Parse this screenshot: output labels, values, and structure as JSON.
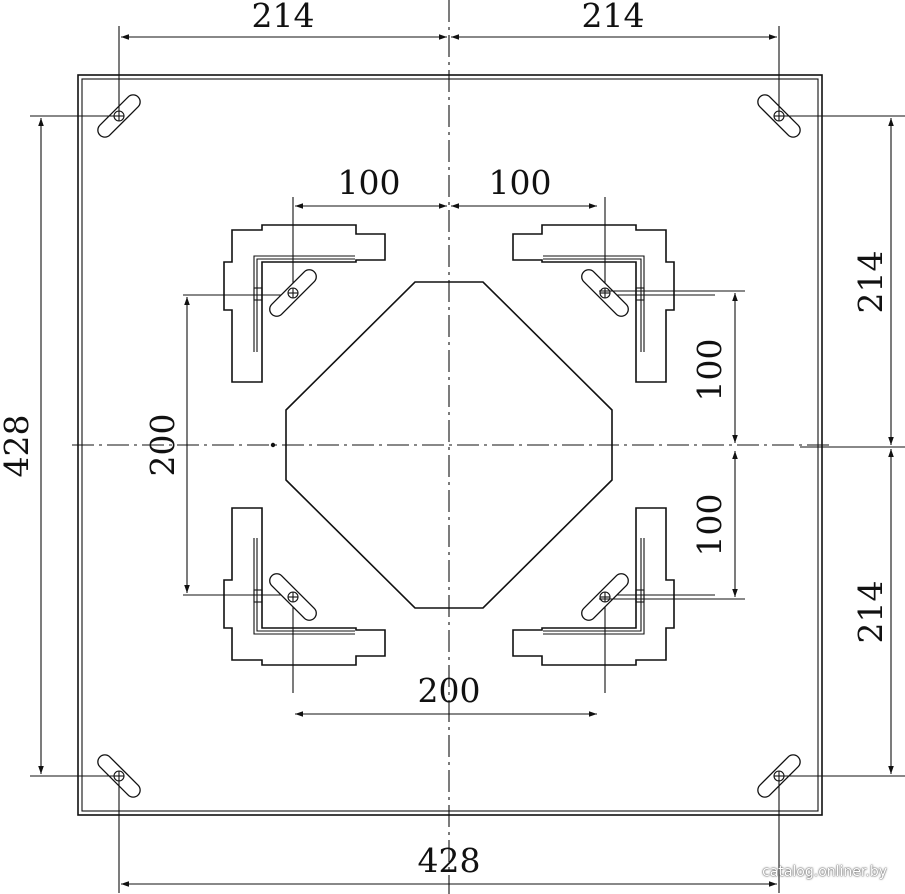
{
  "dimensions": {
    "top_left": "214",
    "top_right": "214",
    "inner_top_left": "100",
    "inner_top_right": "100",
    "left_outer": "428",
    "left_inner": "200",
    "right_upper": "214",
    "right_lower": "214",
    "right_inner_upper": "100",
    "right_inner_lower": "100",
    "inner_bottom": "200",
    "bottom_outer": "428"
  },
  "watermark": "catalog.onliner.by",
  "colors": {
    "line": "#111111",
    "background": "#ffffff"
  }
}
